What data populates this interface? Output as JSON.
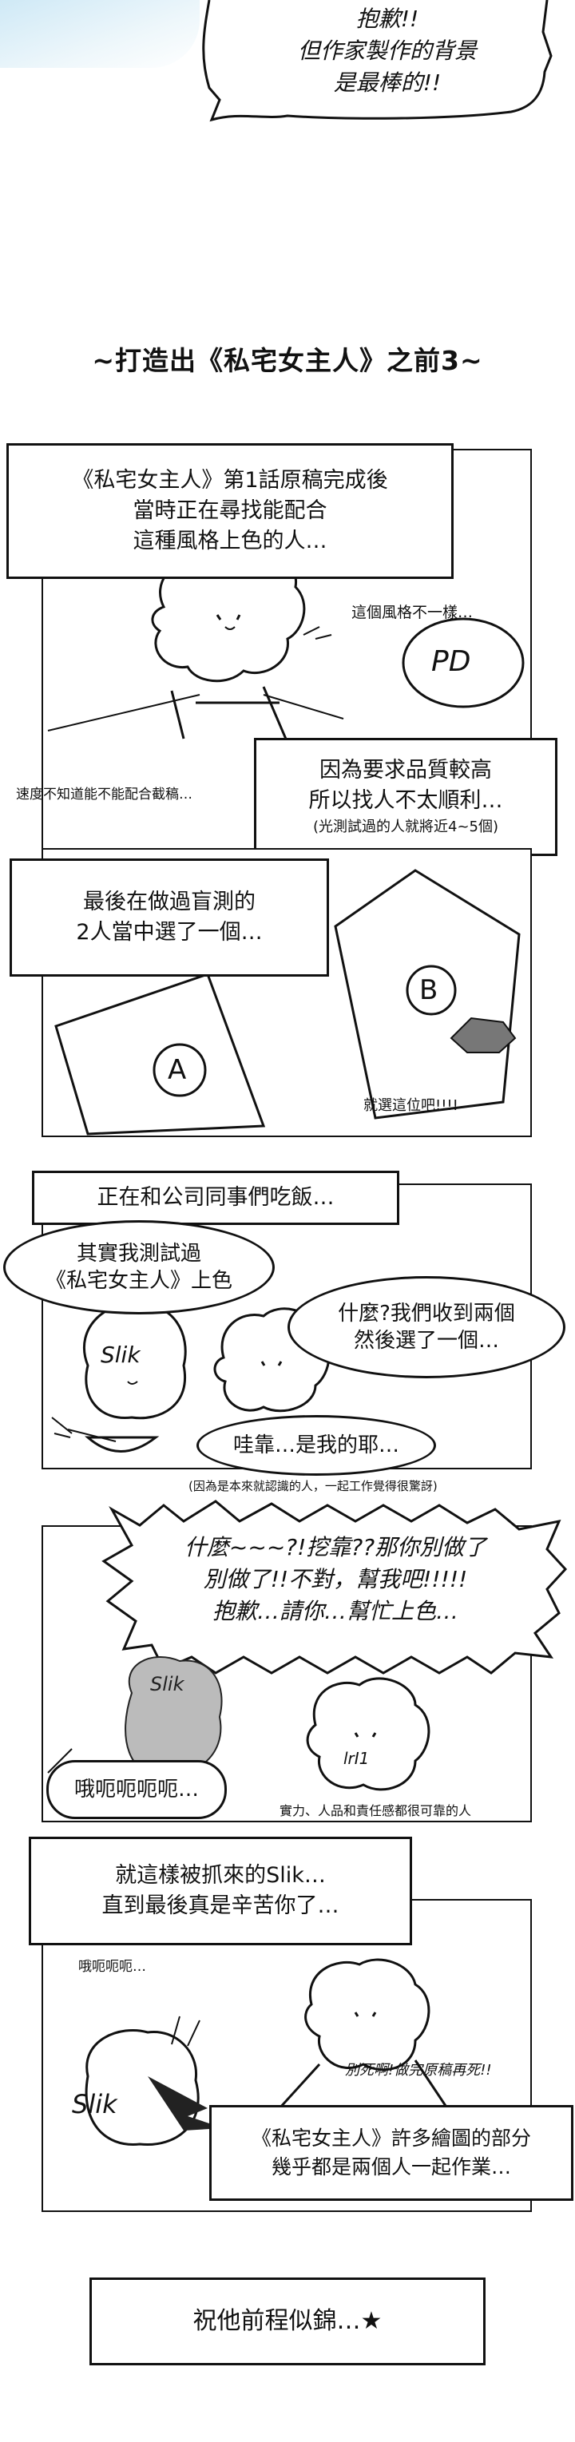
{
  "top_bubble": {
    "lines": [
      "抱歉!!",
      "但作家製作的背景",
      "是最棒的!!"
    ]
  },
  "title": "~打造出《私宅女主人》之前3~",
  "panel1": {
    "caption_lines": [
      "《私宅女主人》第1話原稿完成後",
      "當時正在尋找能配合",
      "這種風格上色的人…"
    ],
    "speech": "這個風格不一樣…",
    "pd_label": "PD",
    "note": "速度不知道能不能配合截稿…",
    "caption2_lines": [
      "因為要求品質較高",
      "所以找人不太順利…"
    ],
    "caption2_note": "(光測試過的人就將近4~5個)"
  },
  "panel2": {
    "caption_lines": [
      "最後在做過盲測的",
      "2人當中選了一個…"
    ],
    "label_a": "A",
    "label_b": "B",
    "speech": "就選這位吧!!!!"
  },
  "panel3": {
    "caption": "正在和公司同事們吃飯…",
    "bubble1_lines": [
      "其實我測試過",
      "《私宅女主人》上色"
    ],
    "bubble2_lines": [
      "什麼?我們收到兩個",
      "然後選了一個…"
    ],
    "bubble3": "哇靠…是我的耶…",
    "slik_label": "Slik",
    "note": "(因為是本來就認識的人，一起工作覺得很驚訝)"
  },
  "panel4": {
    "shout_lines": [
      "什麼~~~?!挖靠??那你別做了",
      "別做了!!不對，幫我吧!!!!!",
      "抱歉…請你…幫忙上色…"
    ],
    "slik_label": "Slik",
    "tri_label": "lrI1",
    "bubble": "哦呃呃呃呃…",
    "note": "實力、人品和責任感都很可靠的人"
  },
  "panel5": {
    "caption_lines": [
      "就這樣被抓來的Slik…",
      "直到最後真是辛苦你了…"
    ],
    "small_speech": "哦呃呃呃…",
    "speech": "別死啊!做完原稿再死!!",
    "slik_label": "Slik",
    "caption2_lines": [
      "《私宅女主人》許多繪圖的部分",
      "幾乎都是兩個人一起作業…"
    ]
  },
  "ending": {
    "text": "祝他前程似錦…★"
  }
}
